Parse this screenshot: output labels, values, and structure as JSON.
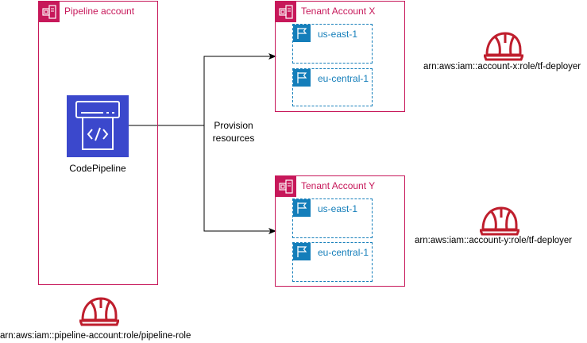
{
  "colors": {
    "account_border": "#c7185a",
    "region_border": "#147eba",
    "codepipeline": "#3b48cc",
    "iam_role": "#bf1e2d"
  },
  "pipeline_account": {
    "title": "Pipeline account",
    "icon": "aws-account-icon",
    "service": {
      "label": "CodePipeline",
      "icon": "codepipeline-icon"
    },
    "role_arn": "arn:aws:iam::pipeline-account:role/pipeline-role"
  },
  "connector": {
    "label": "Provision resources"
  },
  "tenant_accounts": [
    {
      "title": "Tenant Account X",
      "regions": [
        "us-east-1",
        "eu-central-1"
      ],
      "role_arn": "arn:aws:iam::account-x:role/tf-deployer"
    },
    {
      "title": "Tenant Account Y",
      "regions": [
        "us-east-1",
        "eu-central-1"
      ],
      "role_arn": "arn:aws:iam::account-y:role/tf-deployer"
    }
  ],
  "icons": {
    "region": "region-flag-icon",
    "role": "iam-role-helmet-icon"
  }
}
